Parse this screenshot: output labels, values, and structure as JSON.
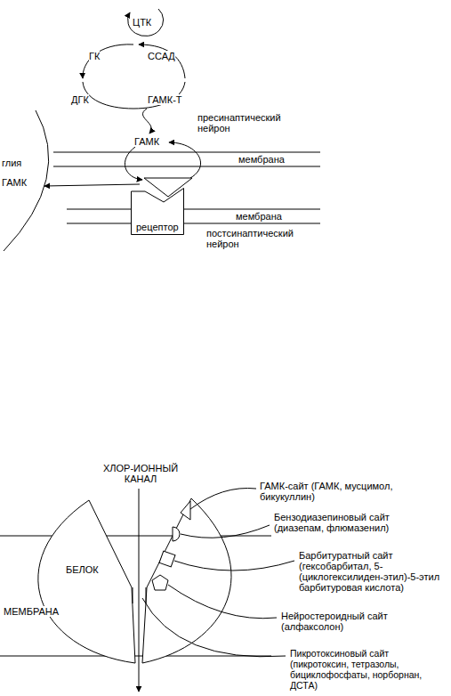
{
  "diagram": {
    "nodes": [
      {
        "text": [
          "глия",
          "ГАМК"
        ]
      },
      {
        "text": [
          "рецептор"
        ]
      }
    ],
    "labels": [
      "ЦТК",
      "ГК",
      "ССАД",
      "ДГК",
      "ГАМК-Т",
      "пресинаптический нейрон",
      "ГАМК",
      "мембрана",
      "мембрана",
      "постсинаптический нейрон",
      "ХЛОР-ИОННЫЙ КАНАЛ",
      "БЕЛОК",
      "МЕМБРАНА",
      "ГАМК-сайт (ГАМК, мусцимол, бикукуллин)",
      "Бензодиазепиновый сайт (диазепам, флюмазенил)",
      "Барбитуратный сайт (гексобарбитал, 5-(циклогексилиден-этил)-5-этил барбитуровая кислота)",
      "Нейростероидный сайт (алфаксолон)",
      "Пикротоксиновый сайт (пикротоксин, тетразолы, бициклофосфаты, норборнан, ДСТА)"
    ]
  }
}
